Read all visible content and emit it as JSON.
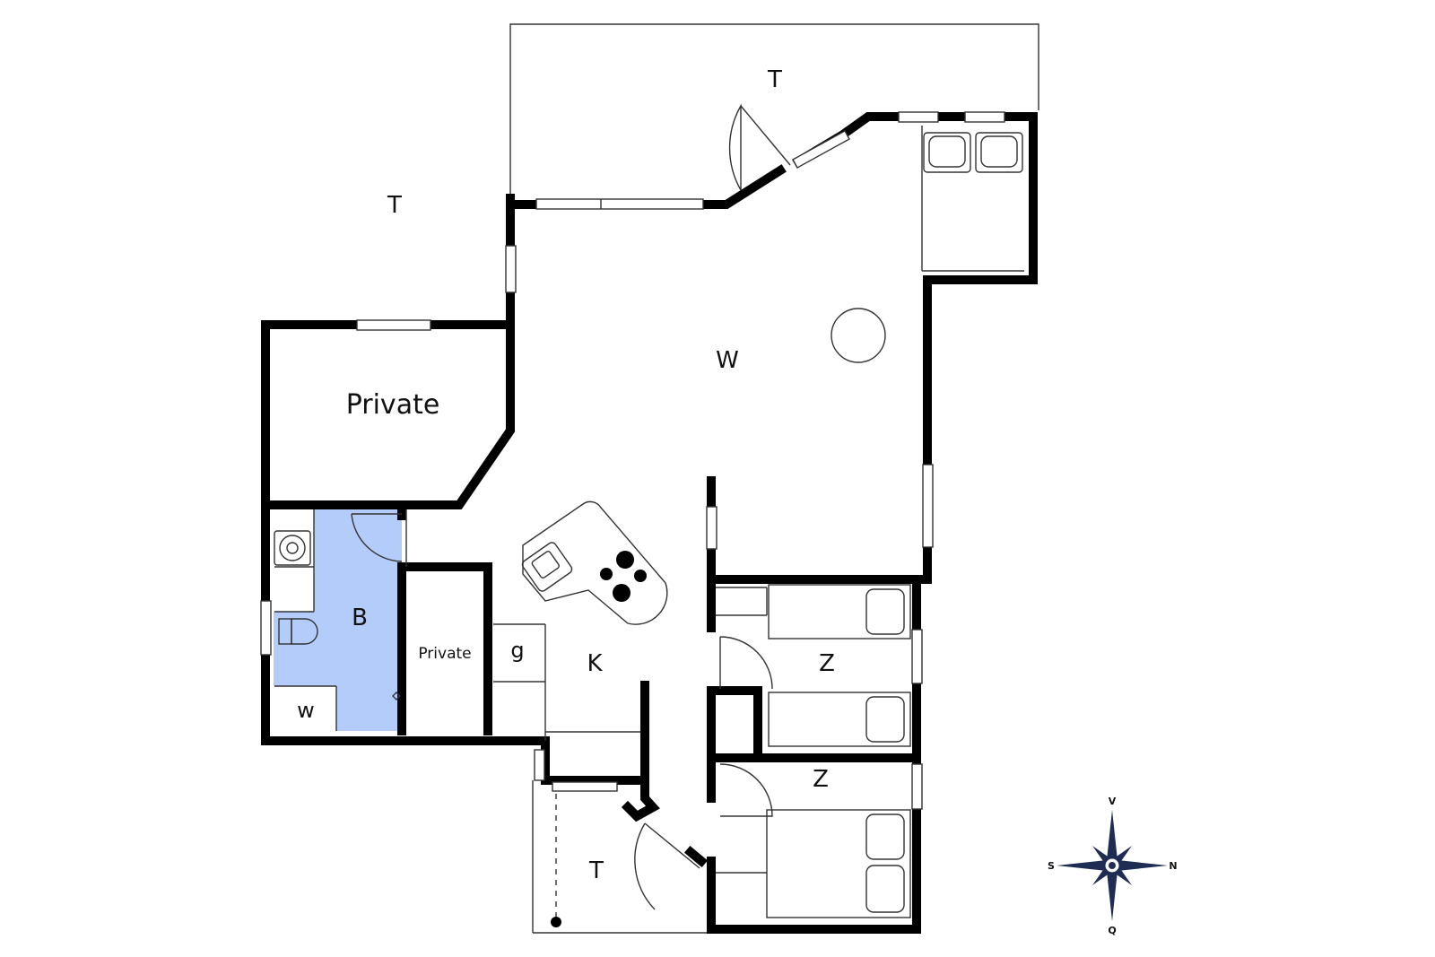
{
  "rooms": {
    "terrace_north": "T",
    "terrace_west": "T",
    "terrace_south": "T",
    "living": "W",
    "private_large": "Private",
    "private_small": "Private",
    "bathroom": "B",
    "washer": "w",
    "storage": "g",
    "kitchen": "K",
    "bedroom_1": "Z",
    "bedroom_2": "Z"
  },
  "compass": {
    "north": "V",
    "east": "N",
    "south": "Q",
    "west": "S"
  },
  "colors": {
    "bathroom": "#b3ccfa",
    "walls": "#000000",
    "compass": "#1f2d55"
  }
}
